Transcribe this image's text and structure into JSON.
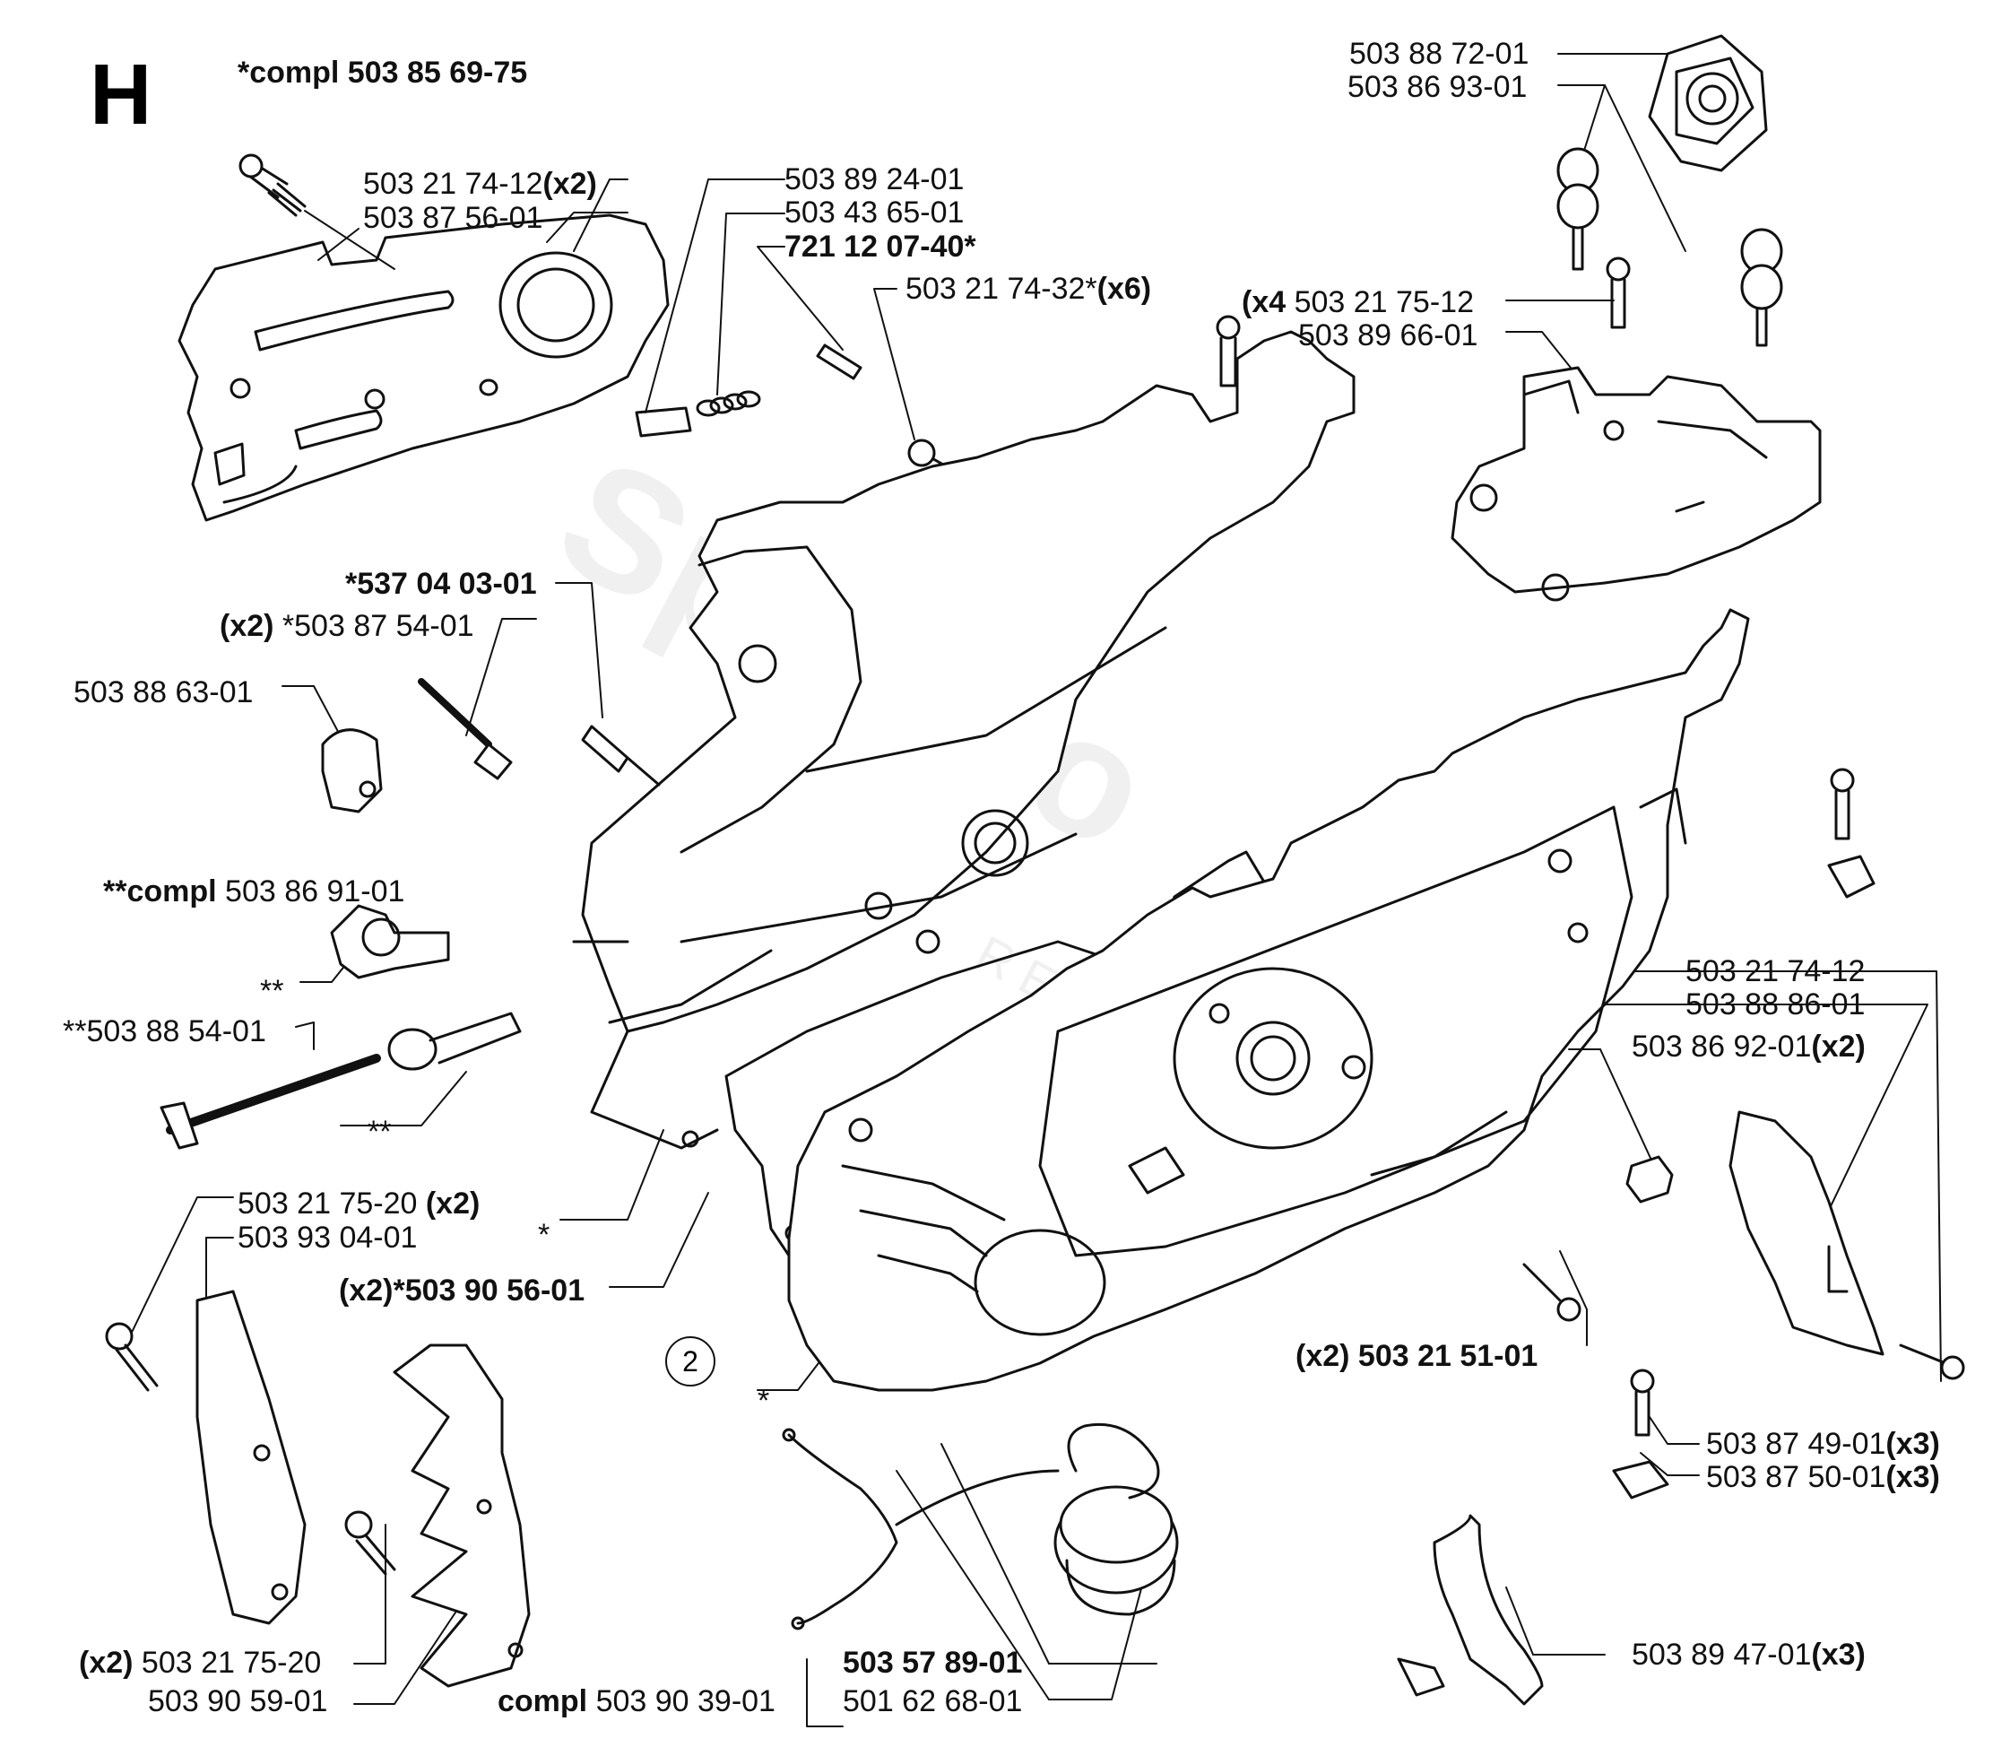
{
  "section_letter": "H",
  "header_note": "*compl 503 85 69-75",
  "watermark": {
    "brand": "Spareto",
    "sub": "RESERVDELAR"
  },
  "callout_number": "2",
  "labels": {
    "l1": {
      "pre": "",
      "num": "503 21 74-12",
      "post": "(x2)"
    },
    "l2": {
      "pre": "",
      "num": "503 87 56-01",
      "post": ""
    },
    "l3": {
      "pre": "",
      "num": "503 89 24-01",
      "post": ""
    },
    "l4": {
      "pre": "",
      "num": "503 43 65-01",
      "post": ""
    },
    "l5": {
      "pre": "",
      "num": "721 12 07-40*",
      "post": ""
    },
    "l6": {
      "pre": "",
      "num": "503 21 74-32*",
      "post": "(x6)"
    },
    "l7": {
      "pre": "",
      "num": "503 88 72-01",
      "post": ""
    },
    "l8": {
      "pre": "",
      "num": "503 86 93-01",
      "post": ""
    },
    "l9": {
      "pre": "(x4",
      "num": " 503 21 75-12",
      "post": ""
    },
    "l10": {
      "pre": "",
      "num": "503 89 66-01",
      "post": ""
    },
    "l11": {
      "pre": "",
      "num": "*537 04 03-01",
      "post": ""
    },
    "l12": {
      "pre": "(x2)",
      "num": " *503 87 54-01",
      "post": ""
    },
    "l13": {
      "pre": "",
      "num": "503 88 63-01",
      "post": ""
    },
    "l14": {
      "pre": "**compl",
      "num": " 503 86 91-01",
      "post": ""
    },
    "l15": {
      "pre": "",
      "num": "**",
      "post": ""
    },
    "l16": {
      "pre": "",
      "num": "**503 88 54-01",
      "post": ""
    },
    "l17": {
      "pre": "",
      "num": "**",
      "post": ""
    },
    "l18": {
      "pre": "",
      "num": "*",
      "post": ""
    },
    "l19": {
      "pre": "",
      "num": "503 21 75-20",
      "post": " (x2)"
    },
    "l20": {
      "pre": "",
      "num": "503 93 04-01",
      "post": ""
    },
    "l21": {
      "pre": "(x2)*",
      "num": "503 90 56-01",
      "post": ""
    },
    "l22": {
      "pre": "",
      "num": "*",
      "post": ""
    },
    "l23": {
      "pre": "(x2)",
      "num": " 503 21 75-20",
      "post": ""
    },
    "l24": {
      "pre": "",
      "num": "503 90 59-01",
      "post": ""
    },
    "l25": {
      "pre": "compl",
      "num": " 503 90 39-01",
      "post": ""
    },
    "l26": {
      "pre": "",
      "num": "503 57 89-01",
      "post": ""
    },
    "l27": {
      "pre": "",
      "num": "501 62 68-01",
      "post": ""
    },
    "l28": {
      "pre": "",
      "num": "503 21 74-12",
      "post": ""
    },
    "l29": {
      "pre": "",
      "num": "503 88 86-01",
      "post": ""
    },
    "l30": {
      "pre": "",
      "num": "503 86 92-01",
      "post": "(x2)"
    },
    "l31": {
      "pre": "(x2)",
      "num": " 503 21 51-01",
      "post": ""
    },
    "l32": {
      "pre": "",
      "num": "503 87 49-01",
      "post": "(x3)"
    },
    "l33": {
      "pre": "",
      "num": "503 87 50-01",
      "post": "(x3)"
    },
    "l34": {
      "pre": "",
      "num": "503 89 47-01",
      "post": "(x3)"
    }
  }
}
